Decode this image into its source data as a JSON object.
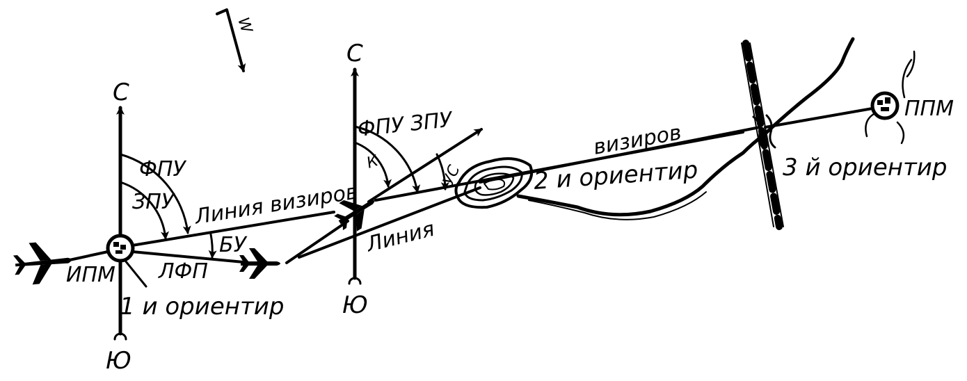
{
  "labels": {
    "wind": "W",
    "north_1": "С",
    "south_1": "Ю",
    "north_2": "С",
    "south_2": "Ю",
    "fpu": "ФПУ",
    "zpu": "ЗПУ",
    "bu": "БУ",
    "line_sight_1": "Линия визиров",
    "lfp": "ЛФП",
    "ipm": "ИПМ",
    "landmark_1": "1 и ориентир",
    "fpu_zpu": "ФПУ ЗПУ",
    "k": "К",
    "us": "УС",
    "line_2": "Линия",
    "sight_2": "визиров",
    "landmark_2": "2 и ориентир",
    "landmark_3": "3 й ориентир",
    "ppm": "ППМ"
  },
  "colors": {
    "ink": "#000000",
    "paper": "#ffffff"
  }
}
